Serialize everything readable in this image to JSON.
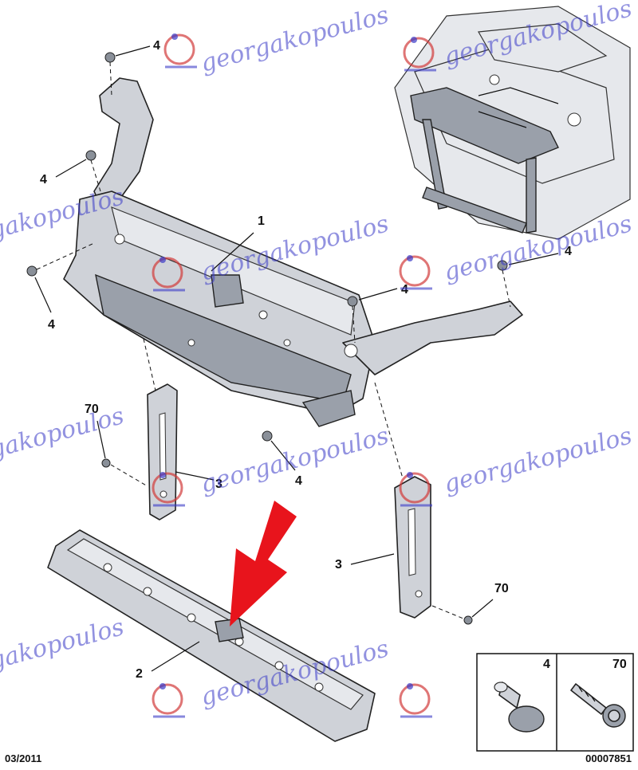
{
  "callouts": {
    "c1": "1",
    "c2": "2",
    "c3a": "3",
    "c3b": "3",
    "c4a": "4",
    "c4b": "4",
    "c4c": "4",
    "c4d": "4",
    "c4e": "4",
    "c4f": "4",
    "c70a": "70",
    "c70b": "70"
  },
  "fastener_box": {
    "label_4": "4",
    "label_70": "70"
  },
  "footer": {
    "date_code": "03/2011",
    "reference_code": "00007851"
  },
  "watermark": {
    "text_full": "georgakopoulos",
    "text_fragment": "gakopoulos",
    "color": "#3a3ac8",
    "logo_color": "#d23a3a"
  },
  "colors": {
    "arrow": "#e8141c",
    "part_fill": "#cfd2d8",
    "outline": "#222222"
  }
}
